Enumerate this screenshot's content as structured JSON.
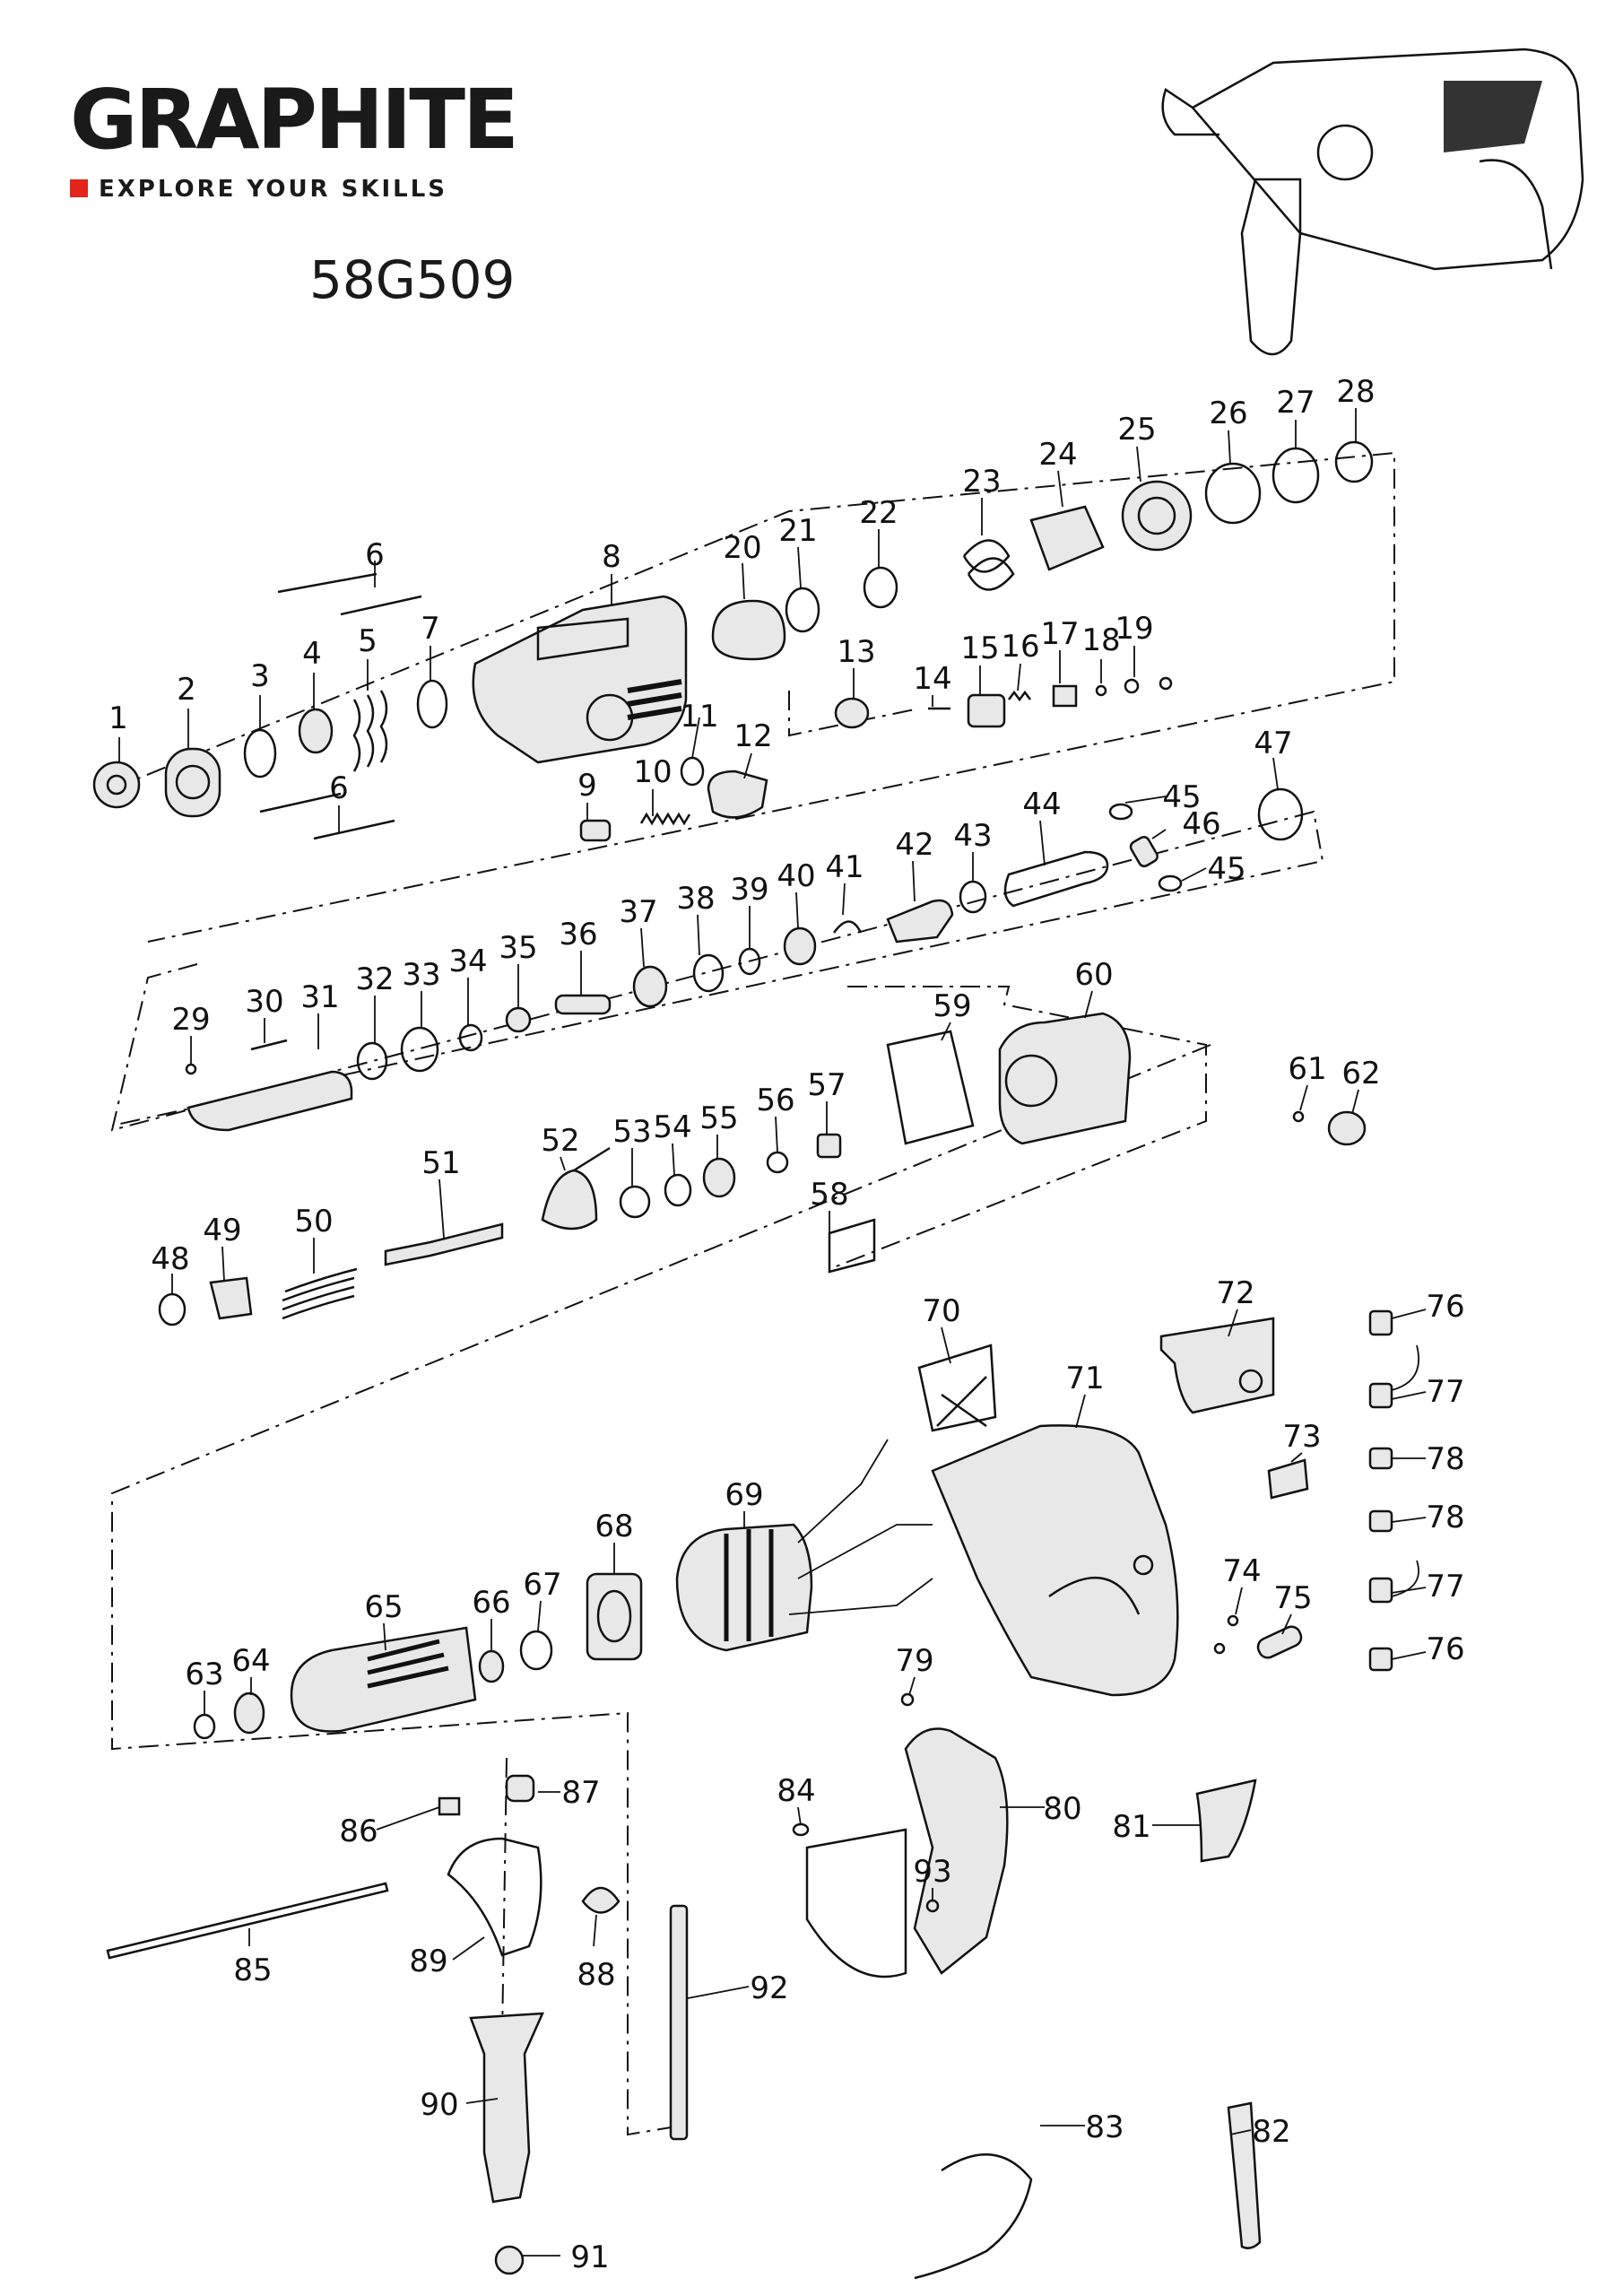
{
  "brand": {
    "name": "GRAPHITE",
    "tagline": "EXPLORE YOUR SKILLS",
    "accent_color": "#e3241b"
  },
  "model": "58G509",
  "part_labels": [
    {
      "id": "1",
      "text": "1"
    },
    {
      "id": "2",
      "text": "2"
    },
    {
      "id": "3",
      "text": "3"
    },
    {
      "id": "4",
      "text": "4"
    },
    {
      "id": "5",
      "text": "5"
    },
    {
      "id": "6a",
      "text": "6"
    },
    {
      "id": "6b",
      "text": "6"
    },
    {
      "id": "7",
      "text": "7"
    },
    {
      "id": "8",
      "text": "8"
    },
    {
      "id": "9",
      "text": "9"
    },
    {
      "id": "10",
      "text": "10"
    },
    {
      "id": "11",
      "text": "11"
    },
    {
      "id": "12",
      "text": "12"
    },
    {
      "id": "13",
      "text": "13"
    },
    {
      "id": "14",
      "text": "14"
    },
    {
      "id": "15",
      "text": "15"
    },
    {
      "id": "16",
      "text": "16"
    },
    {
      "id": "17",
      "text": "17"
    },
    {
      "id": "18",
      "text": "18"
    },
    {
      "id": "19",
      "text": "19"
    },
    {
      "id": "20",
      "text": "20"
    },
    {
      "id": "21",
      "text": "21"
    },
    {
      "id": "22",
      "text": "22"
    },
    {
      "id": "23",
      "text": "23"
    },
    {
      "id": "24",
      "text": "24"
    },
    {
      "id": "25",
      "text": "25"
    },
    {
      "id": "26",
      "text": "26"
    },
    {
      "id": "27",
      "text": "27"
    },
    {
      "id": "28",
      "text": "28"
    },
    {
      "id": "29",
      "text": "29"
    },
    {
      "id": "30",
      "text": "30"
    },
    {
      "id": "31",
      "text": "31"
    },
    {
      "id": "32",
      "text": "32"
    },
    {
      "id": "33",
      "text": "33"
    },
    {
      "id": "34",
      "text": "34"
    },
    {
      "id": "35",
      "text": "35"
    },
    {
      "id": "36",
      "text": "36"
    },
    {
      "id": "37",
      "text": "37"
    },
    {
      "id": "38",
      "text": "38"
    },
    {
      "id": "39",
      "text": "39"
    },
    {
      "id": "40",
      "text": "40"
    },
    {
      "id": "41",
      "text": "41"
    },
    {
      "id": "42",
      "text": "42"
    },
    {
      "id": "43",
      "text": "43"
    },
    {
      "id": "44",
      "text": "44"
    },
    {
      "id": "45a",
      "text": "45"
    },
    {
      "id": "45b",
      "text": "45"
    },
    {
      "id": "46",
      "text": "46"
    },
    {
      "id": "47",
      "text": "47"
    },
    {
      "id": "48",
      "text": "48"
    },
    {
      "id": "49",
      "text": "49"
    },
    {
      "id": "50",
      "text": "50"
    },
    {
      "id": "51",
      "text": "51"
    },
    {
      "id": "52",
      "text": "52"
    },
    {
      "id": "53",
      "text": "53"
    },
    {
      "id": "54",
      "text": "54"
    },
    {
      "id": "55",
      "text": "55"
    },
    {
      "id": "56",
      "text": "56"
    },
    {
      "id": "57",
      "text": "57"
    },
    {
      "id": "58",
      "text": "58"
    },
    {
      "id": "59",
      "text": "59"
    },
    {
      "id": "60",
      "text": "60"
    },
    {
      "id": "61",
      "text": "61"
    },
    {
      "id": "62",
      "text": "62"
    },
    {
      "id": "63",
      "text": "63"
    },
    {
      "id": "64",
      "text": "64"
    },
    {
      "id": "65",
      "text": "65"
    },
    {
      "id": "66",
      "text": "66"
    },
    {
      "id": "67",
      "text": "67"
    },
    {
      "id": "68",
      "text": "68"
    },
    {
      "id": "69",
      "text": "69"
    },
    {
      "id": "70",
      "text": "70"
    },
    {
      "id": "71",
      "text": "71"
    },
    {
      "id": "72",
      "text": "72"
    },
    {
      "id": "73",
      "text": "73"
    },
    {
      "id": "74",
      "text": "74"
    },
    {
      "id": "75",
      "text": "75"
    },
    {
      "id": "76a",
      "text": "76"
    },
    {
      "id": "76b",
      "text": "76"
    },
    {
      "id": "77a",
      "text": "77"
    },
    {
      "id": "77b",
      "text": "77"
    },
    {
      "id": "78a",
      "text": "78"
    },
    {
      "id": "78b",
      "text": "78"
    },
    {
      "id": "79",
      "text": "79"
    },
    {
      "id": "80",
      "text": "80"
    },
    {
      "id": "81",
      "text": "81"
    },
    {
      "id": "82",
      "text": "82"
    },
    {
      "id": "83",
      "text": "83"
    },
    {
      "id": "84",
      "text": "84"
    },
    {
      "id": "85",
      "text": "85"
    },
    {
      "id": "86",
      "text": "86"
    },
    {
      "id": "87",
      "text": "87"
    },
    {
      "id": "88",
      "text": "88"
    },
    {
      "id": "89",
      "text": "89"
    },
    {
      "id": "90",
      "text": "90"
    },
    {
      "id": "91",
      "text": "91"
    },
    {
      "id": "92",
      "text": "92"
    },
    {
      "id": "93",
      "text": "93"
    }
  ]
}
